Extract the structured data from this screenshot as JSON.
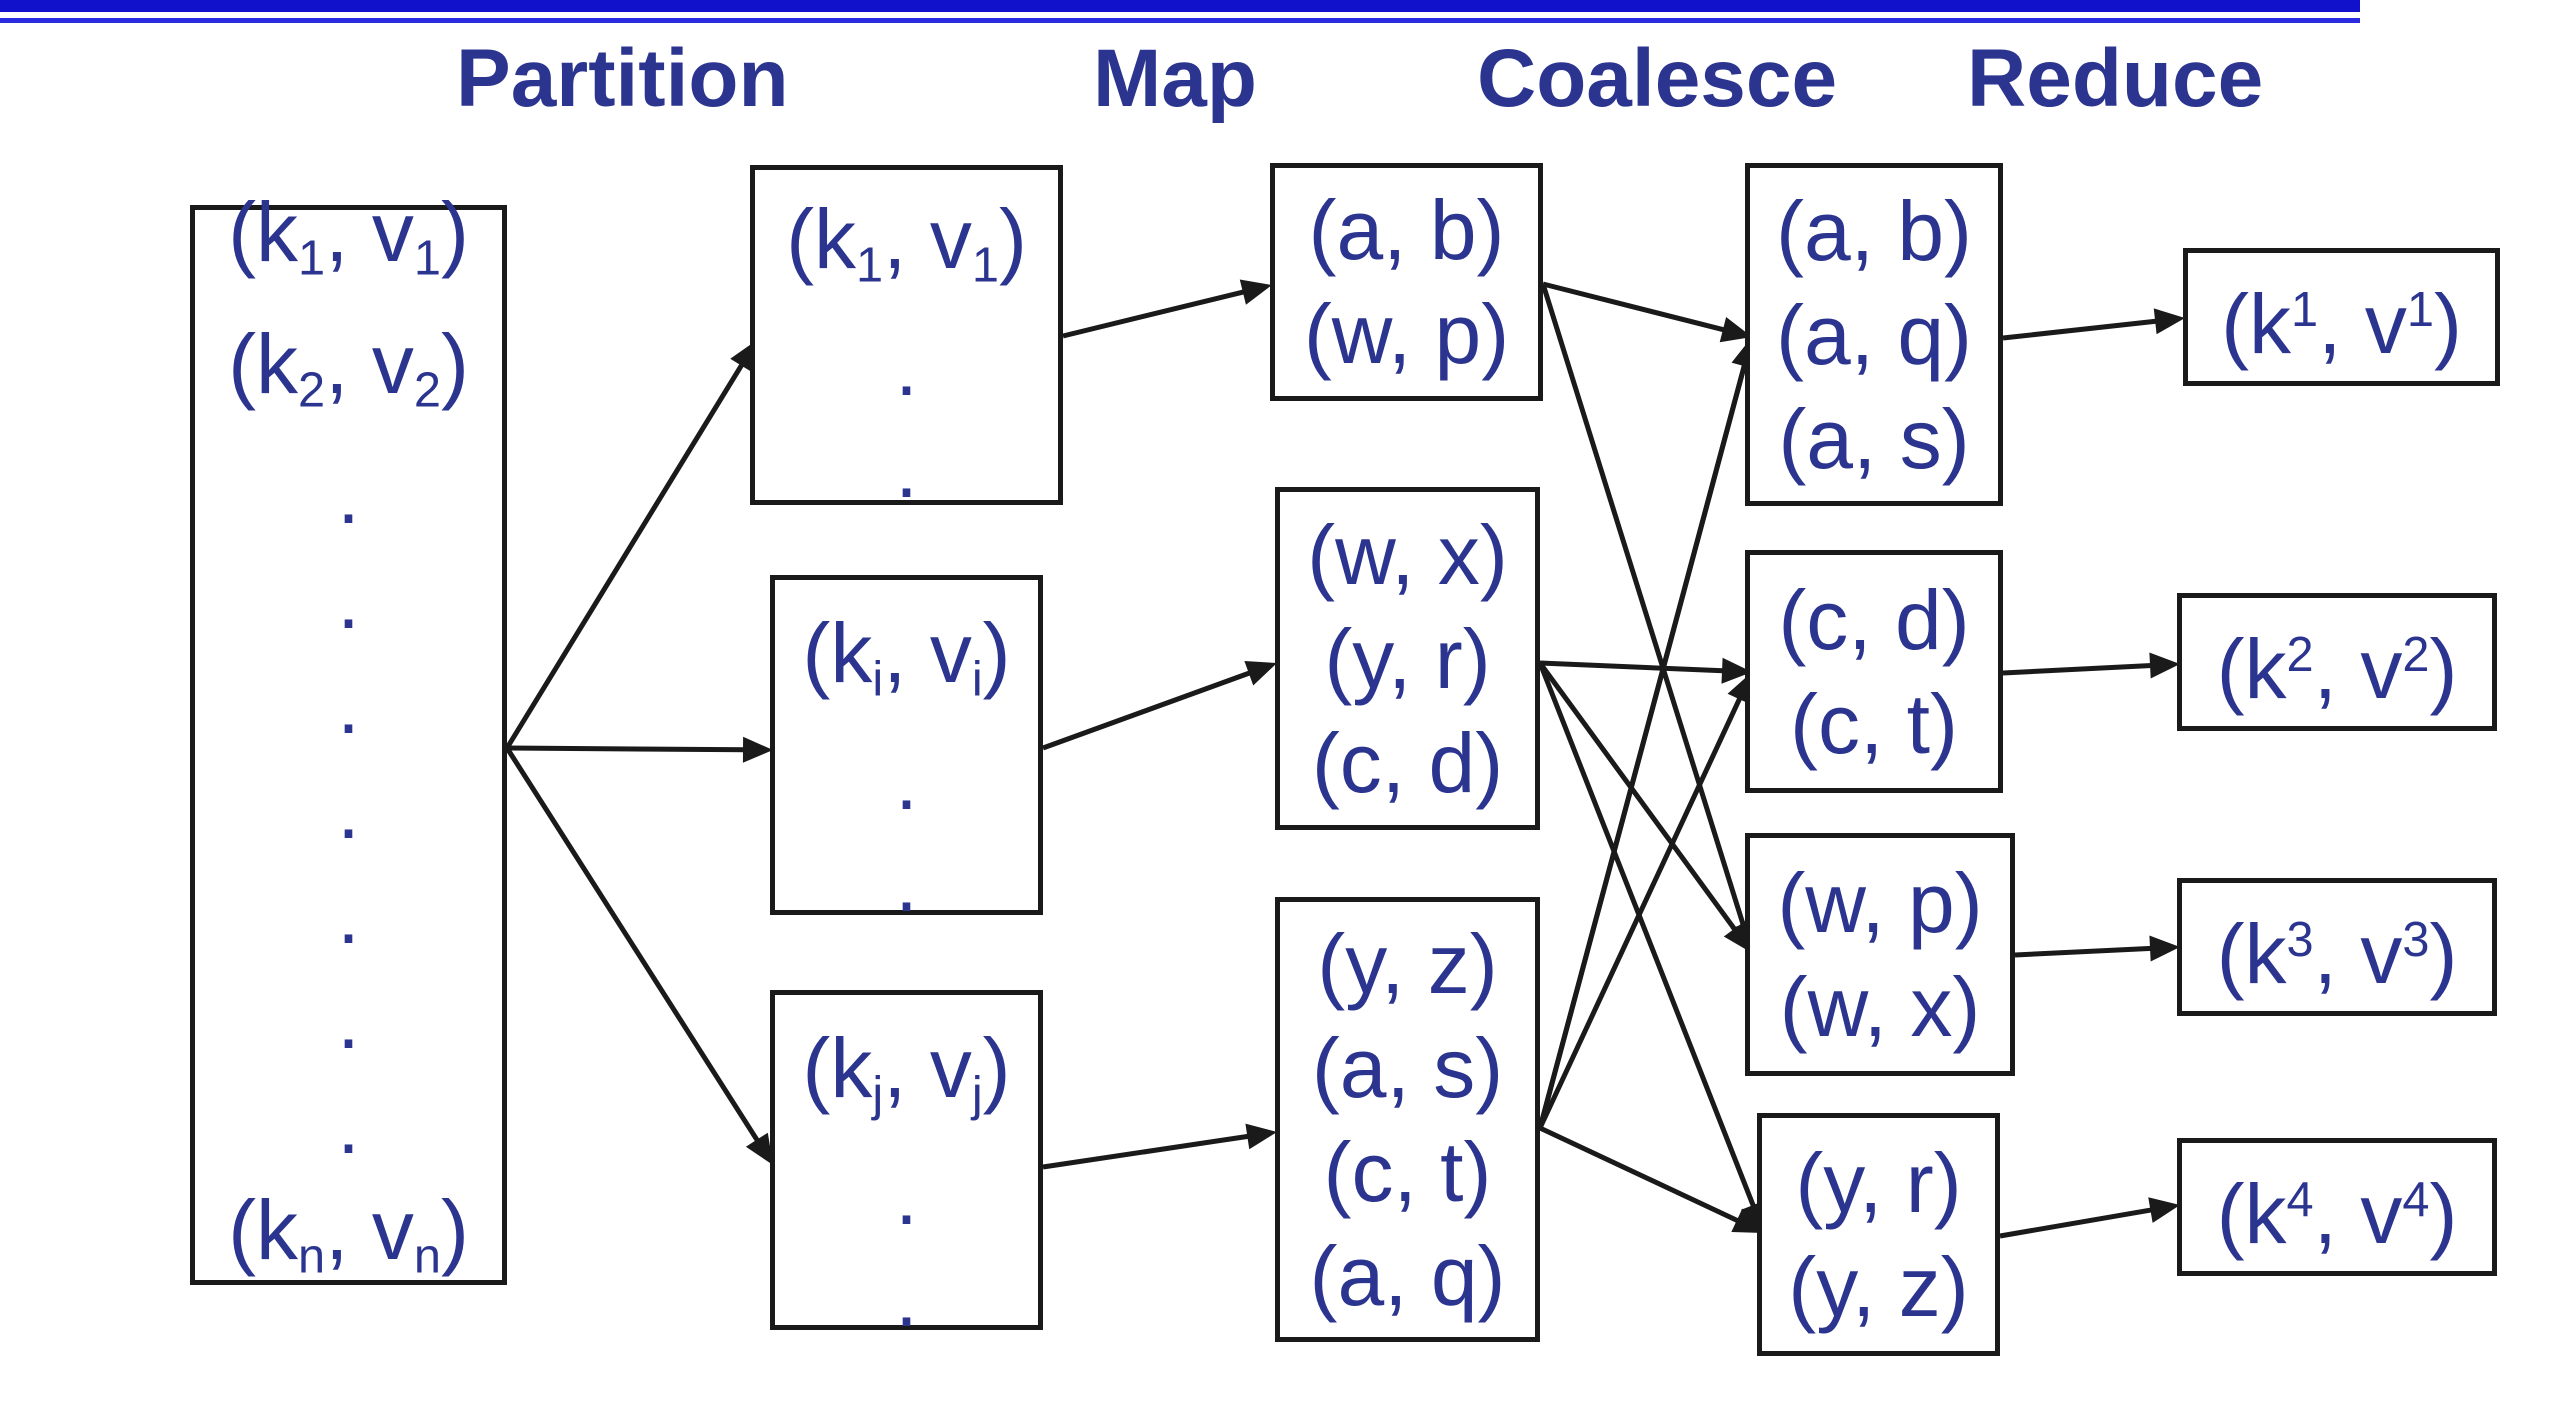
{
  "stages": {
    "partition": "Partition",
    "map": "Map",
    "coalesce": "Coalesce",
    "reduce": "Reduce"
  },
  "input_box": {
    "first": {
      "k": "k",
      "ks": "1",
      "v": "v",
      "vs": "1"
    },
    "second": {
      "k": "k",
      "ks": "2",
      "v": "v",
      "vs": "2"
    },
    "dot": ".",
    "last": {
      "k": "k",
      "ks": "n",
      "v": "v",
      "vs": "n"
    }
  },
  "partitions": [
    {
      "k": "k",
      "ks": "1",
      "v": "v",
      "vs": "1",
      "dot": "."
    },
    {
      "k": "k",
      "ks": "i",
      "v": "v",
      "vs": "i",
      "dot": "."
    },
    {
      "k": "k",
      "ks": "j",
      "v": "v",
      "vs": "j",
      "dot": "."
    }
  ],
  "map_outputs": [
    [
      "(a, b)",
      "(w, p)"
    ],
    [
      "(w, x)",
      "(y, r)",
      "(c, d)"
    ],
    [
      "(y, z)",
      "(a, s)",
      "(c, t)",
      "(a, q)"
    ]
  ],
  "coalesced": [
    [
      "(a, b)",
      "(a, q)",
      "(a, s)"
    ],
    [
      "(c, d)",
      "(c, t)"
    ],
    [
      "(w, p)",
      "(w, x)"
    ],
    [
      "(y, r)",
      "(y, z)"
    ]
  ],
  "reduce_outputs": [
    {
      "k": "k",
      "ks": "1",
      "v": "v",
      "vs": "1"
    },
    {
      "k": "k",
      "ks": "2",
      "v": "v",
      "vs": "2"
    },
    {
      "k": "k",
      "ks": "3",
      "v": "v",
      "vs": "3"
    },
    {
      "k": "k",
      "ks": "4",
      "v": "v",
      "vs": "4"
    }
  ],
  "colors": {
    "text": "#2b3590",
    "rule": "#1111cc",
    "border": "#1a1a1a"
  }
}
